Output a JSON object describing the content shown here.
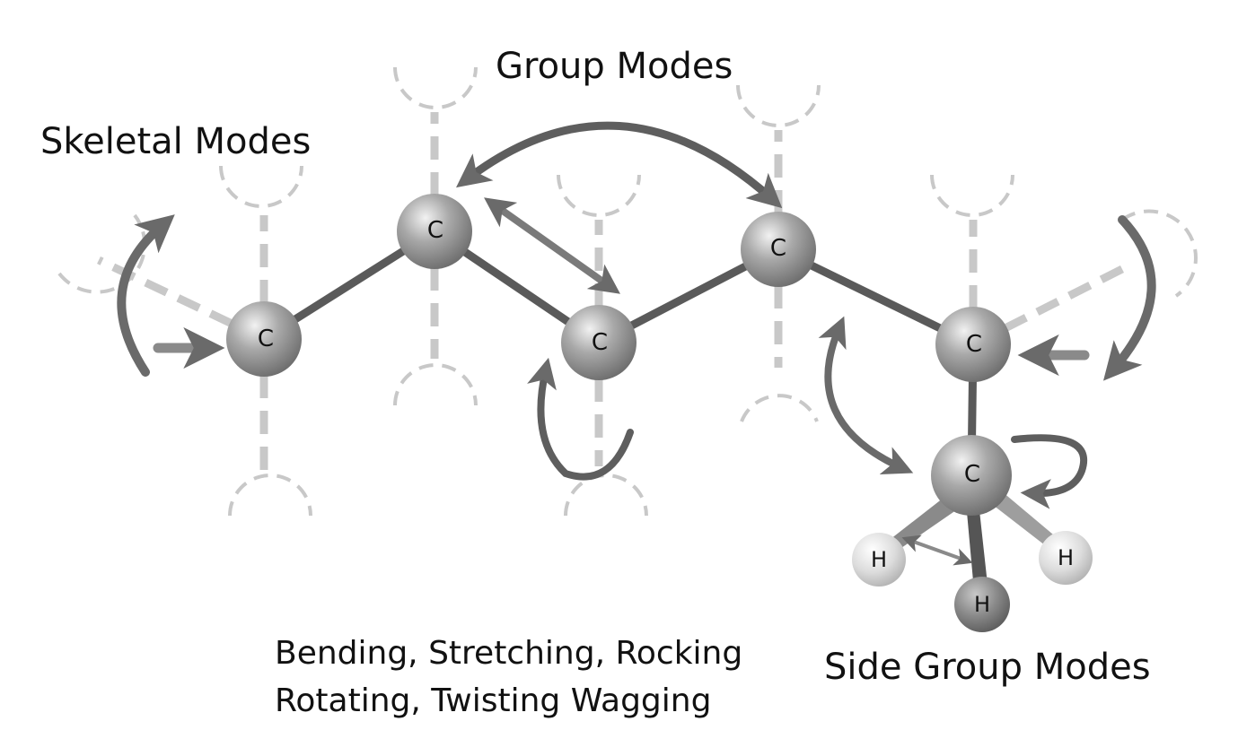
{
  "labels": {
    "group_modes": "Group Modes",
    "skeletal_modes": "Skeletal Modes",
    "side_group_modes": "Side Group Modes",
    "caption_line1": "Bending, Stretching, Rocking",
    "caption_line2": "Rotating, Twisting Wagging"
  },
  "atoms": {
    "carbon": "C",
    "hydrogen": "H"
  },
  "colors": {
    "carbon_sphere": "#8c8c8c",
    "hydrogen_light": "#d6d6d6",
    "hydrogen_dark": "#7a7a7a",
    "bond": "#5a5a5a",
    "ghost_bond": "#c8c8c8",
    "arrow": "#6e6e6e"
  }
}
